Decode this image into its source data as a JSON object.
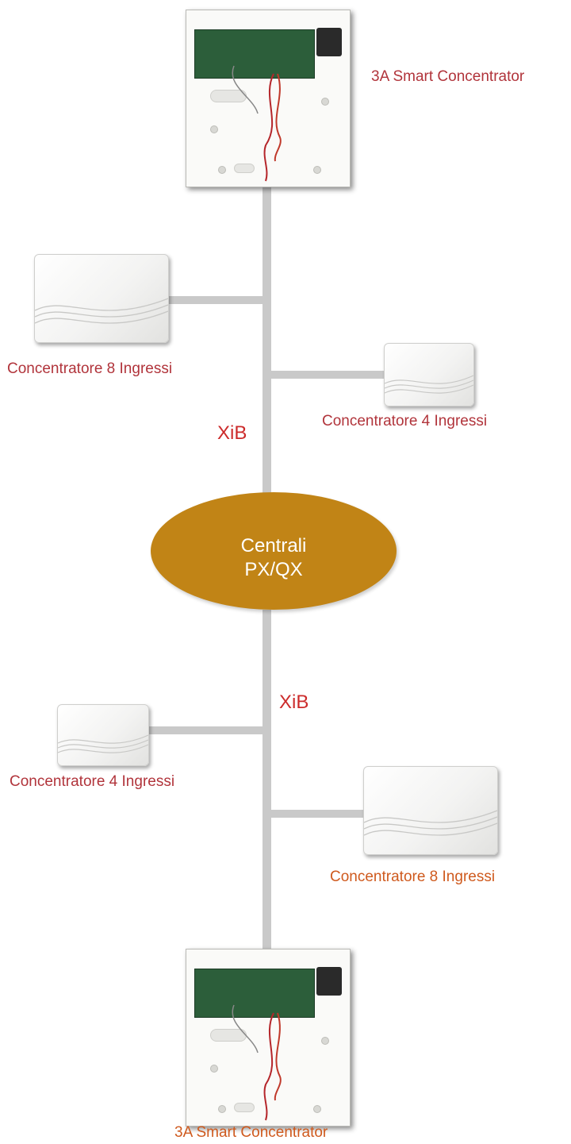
{
  "colors": {
    "hub": "#c18416",
    "label_red": "#b1343b",
    "label_orange": "#cf5a1e",
    "xib": "#cc2b2b",
    "bus": "#c9c9c9"
  },
  "hub": {
    "line1": "Centrali",
    "line2": "PX/QX"
  },
  "bus_label": "XiB",
  "top_bus": {
    "concentrator": "3A Smart Concentrator",
    "left_module": "Concentratore 8 Ingressi",
    "right_module": "Concentratore 4 Ingressi"
  },
  "bottom_bus": {
    "left_module": "Concentratore 4 Ingressi",
    "right_module": "Concentratore 8 Ingressi",
    "concentrator": "3A Smart Concentrator"
  }
}
